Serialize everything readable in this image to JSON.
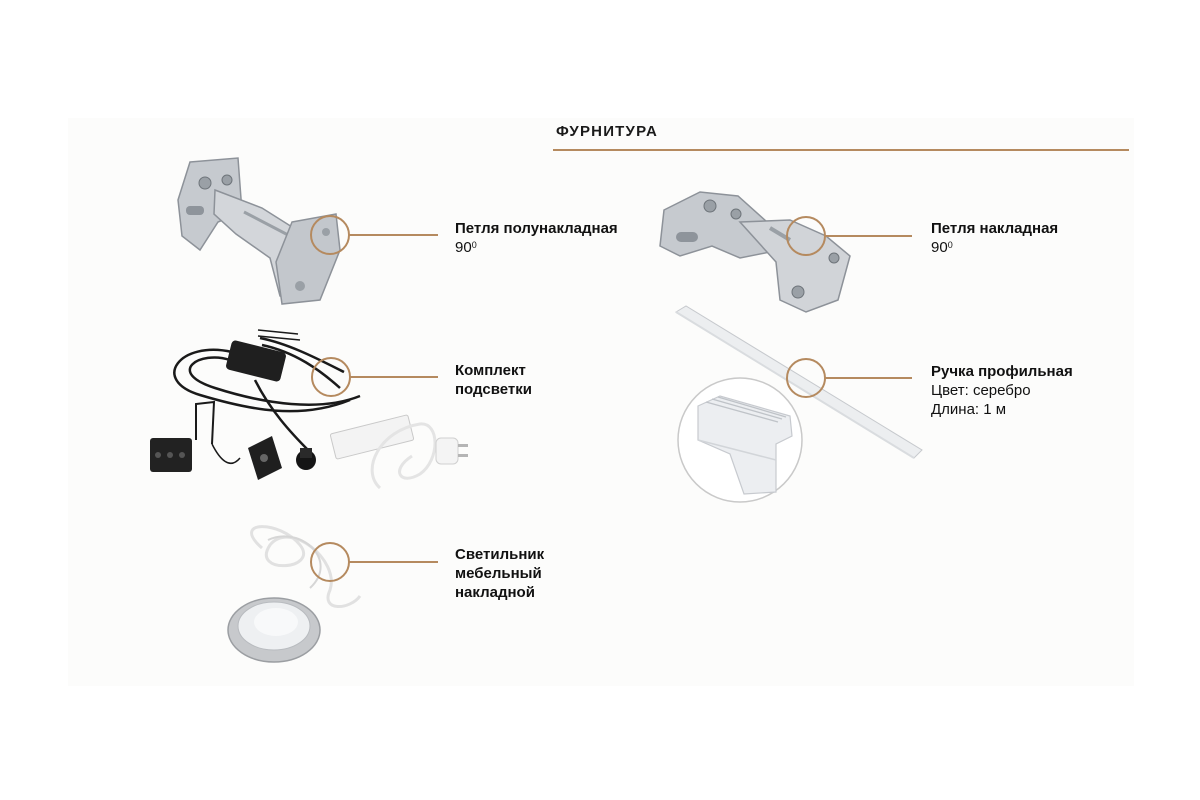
{
  "section": {
    "title": "ФУРНИТУРА"
  },
  "items": [
    {
      "name": "Петля полунакладная",
      "spec_main": "90",
      "spec_sup": "0"
    },
    {
      "name": "Комплект\nподсветки"
    },
    {
      "name": "Светильник\nмебельный\nнакладной"
    },
    {
      "name": "Петля накладная",
      "spec_main": "90",
      "spec_sup": "0"
    },
    {
      "name": "Ручка профильная",
      "spec_lines": [
        "Цвет: серебро",
        "Длина: 1 м"
      ]
    }
  ],
  "colors": {
    "accent": "#b58a5f",
    "text": "#111111",
    "metal": "#c9cdd2",
    "cable": "#1a1a1a"
  },
  "icons": [
    "hinge-semi-overlay-image",
    "lighting-kit-image",
    "furniture-lamp-image",
    "hinge-overlay-image",
    "profile-handle-image"
  ]
}
